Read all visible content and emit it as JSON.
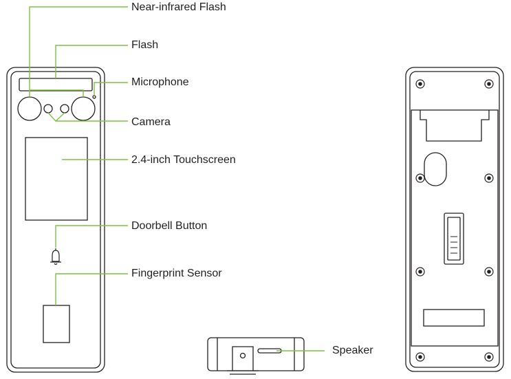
{
  "labels": {
    "near_infrared_flash": "Near-infrared Flash",
    "flash": "Flash",
    "microphone": "Microphone",
    "camera": "Camera",
    "touchscreen": "2.4-inch Touchscreen",
    "doorbell_button": "Doorbell Button",
    "fingerprint_sensor": "Fingerprint Sensor",
    "speaker": "Speaker"
  },
  "colors": {
    "leader_line": "#7dc242",
    "outline": "#231f20",
    "text": "#231f20",
    "fill_light": "#f4f4f4"
  },
  "icons": [
    "bell-icon",
    "screw-icon"
  ]
}
